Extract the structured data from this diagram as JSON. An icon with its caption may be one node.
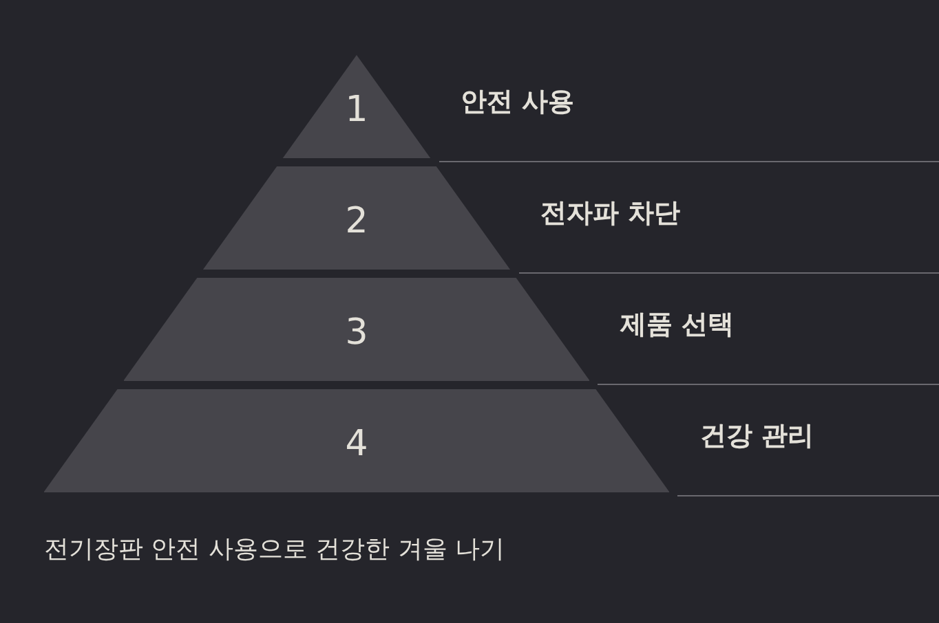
{
  "diagram": {
    "caption": "전기장판 안전 사용으로 건강한 겨울 나기",
    "nodes": [
      {
        "text": [
          "1"
        ],
        "beside": [
          "안전 사용"
        ]
      },
      {
        "text": [
          "2"
        ],
        "beside": [
          "전자파 차단"
        ]
      },
      {
        "text": [
          "3"
        ],
        "beside": [
          "제품 선택"
        ]
      },
      {
        "text": [
          "4"
        ],
        "beside": [
          "건강 관리"
        ]
      }
    ]
  }
}
